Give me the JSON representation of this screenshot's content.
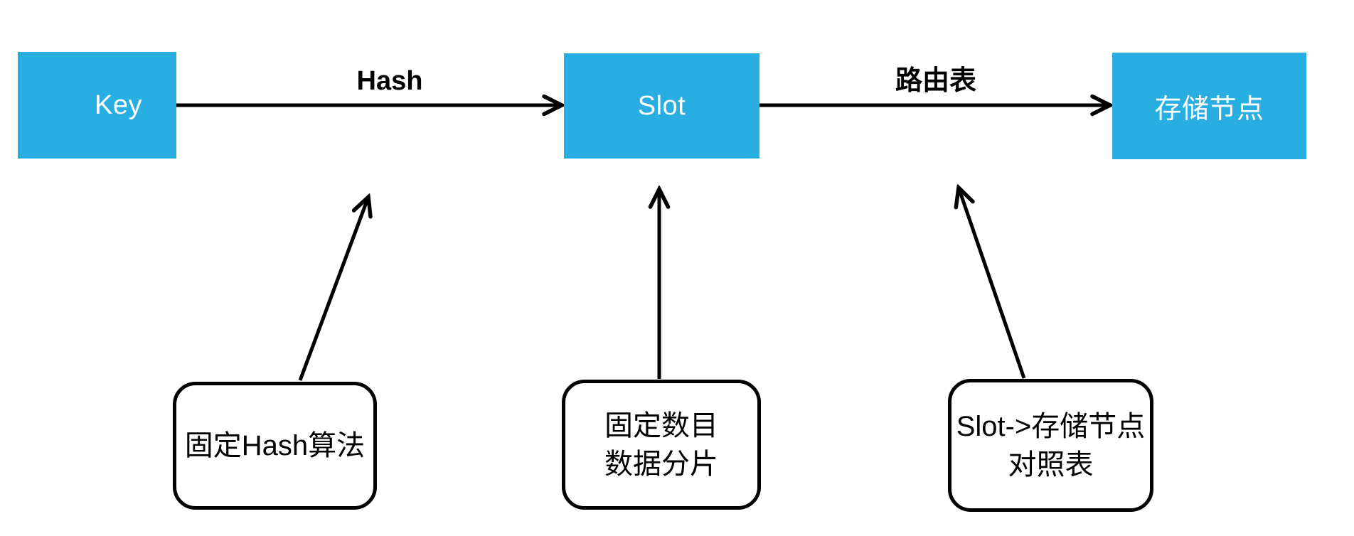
{
  "palette": {
    "node_fill": "#29AEE2",
    "node_text": "#ffffff",
    "line": "#000000",
    "annotation_border": "#000000",
    "annotation_text": "#000000",
    "background": "#ffffff"
  },
  "nodes": [
    {
      "id": "key",
      "label": "Key"
    },
    {
      "id": "slot",
      "label": "Slot"
    },
    {
      "id": "storage-node",
      "label": "存储节点"
    }
  ],
  "edges": [
    {
      "from": "key",
      "to": "slot",
      "label": "Hash"
    },
    {
      "from": "slot",
      "to": "storage-node",
      "label": "路由表"
    }
  ],
  "annotations": [
    {
      "points_to": "hash-edge",
      "label": "固定Hash算法"
    },
    {
      "points_to": "slot-node",
      "label": "固定数目\n数据分片"
    },
    {
      "points_to": "routing-table-edge",
      "label": "Slot->存储节点\n对照表"
    }
  ]
}
